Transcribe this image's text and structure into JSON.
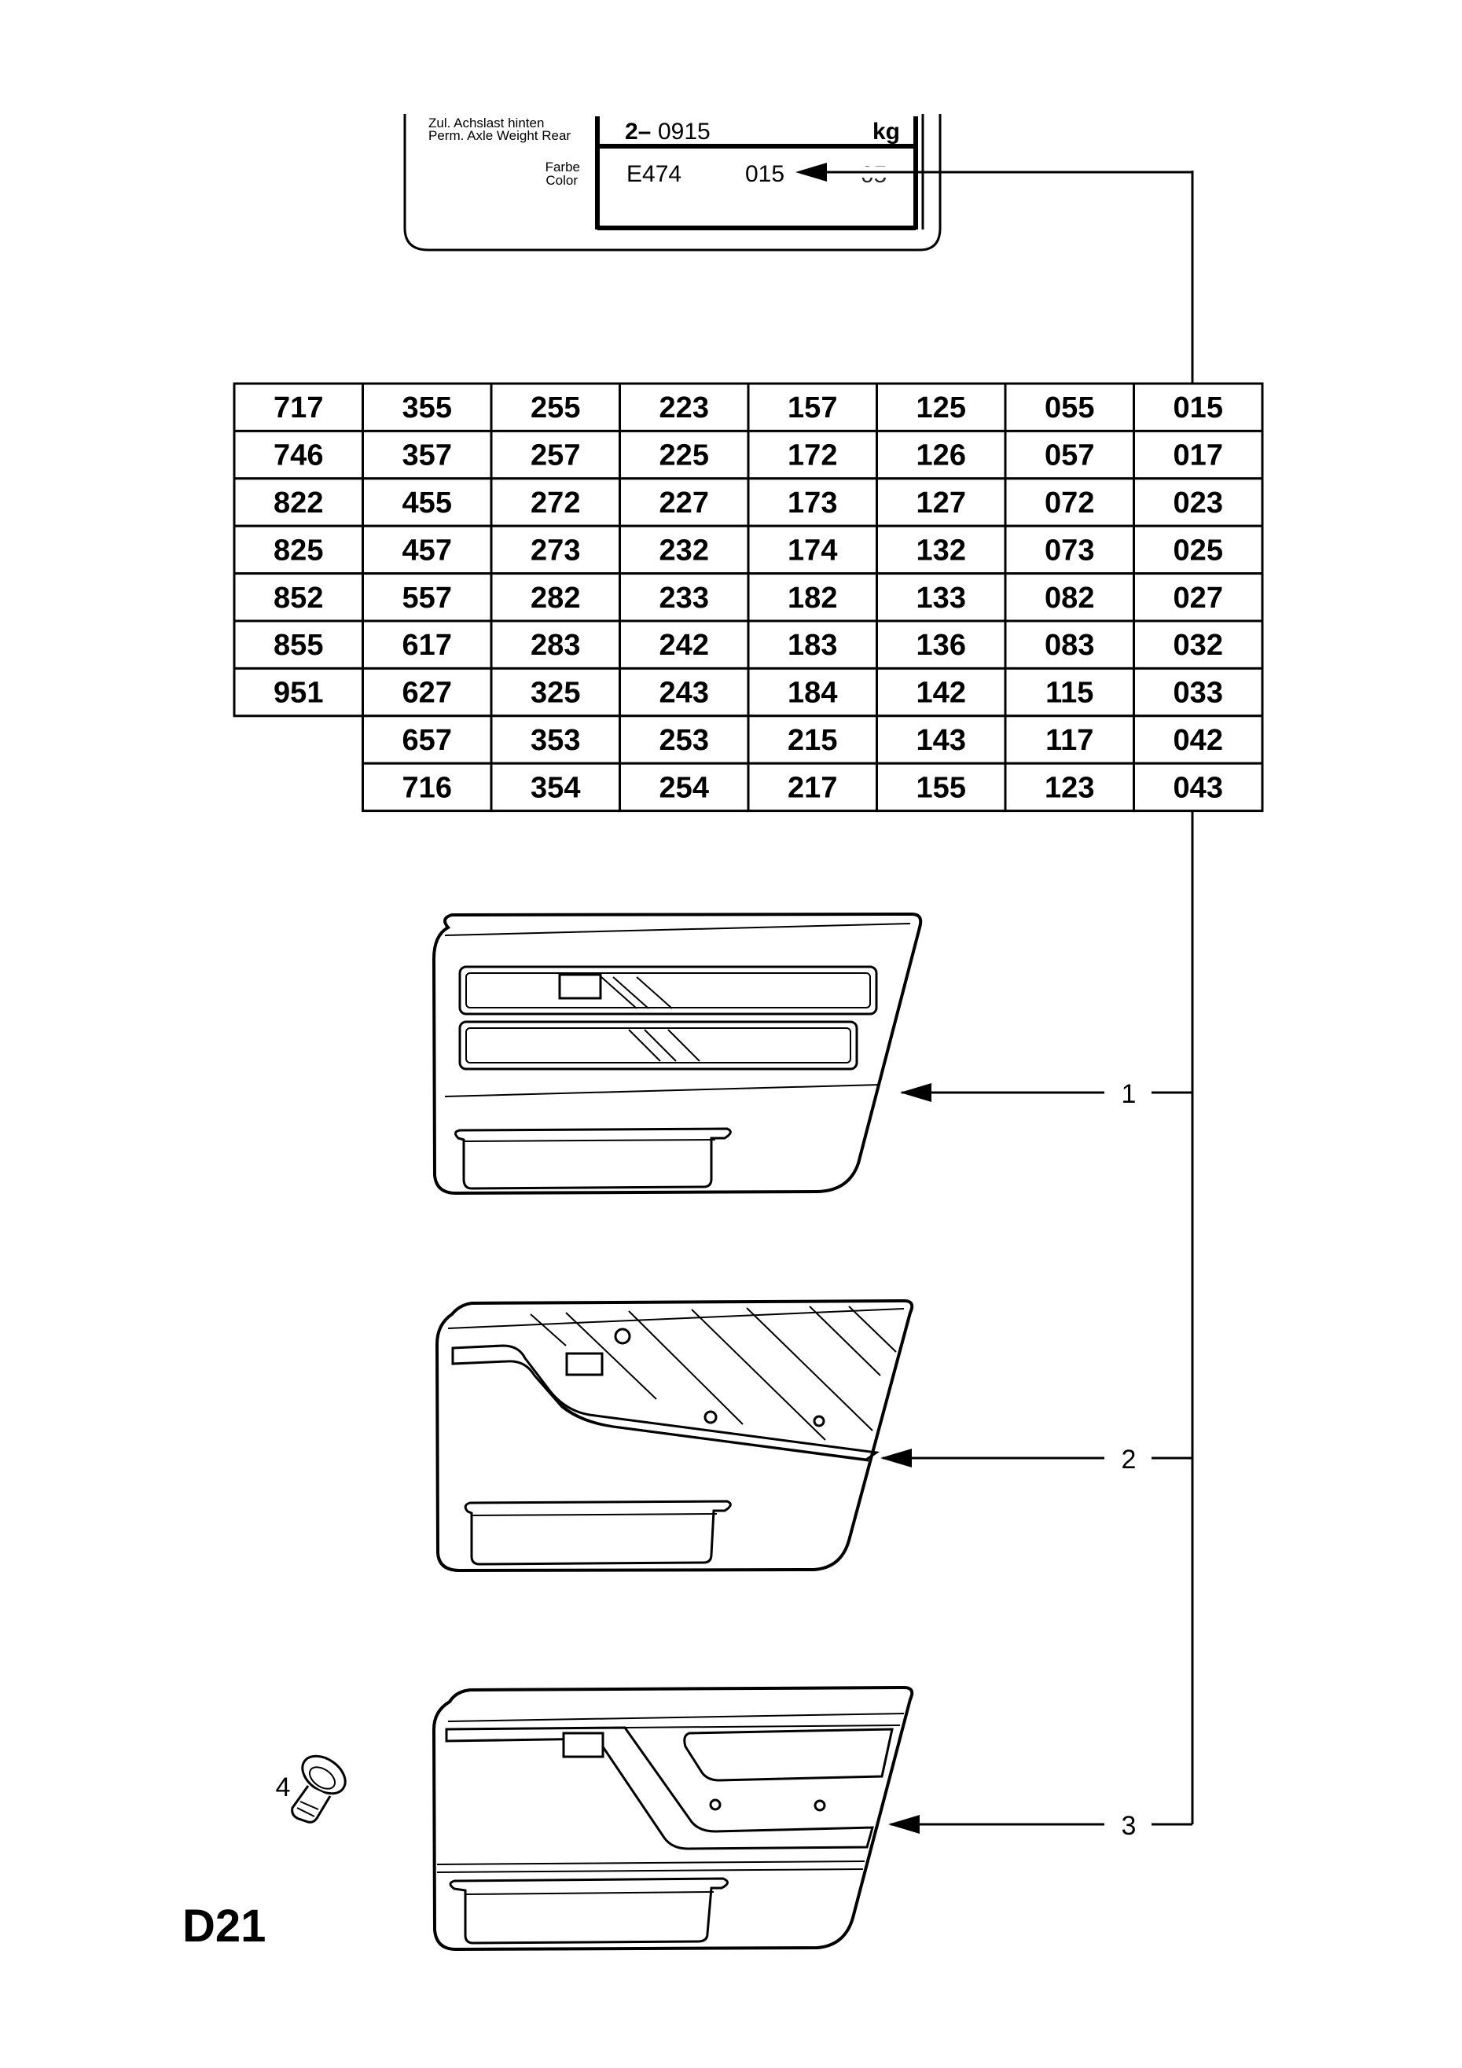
{
  "plate": {
    "axle_label_de": "Zul. Achslast hinten",
    "axle_label_en": "Perm. Axle Weight Rear",
    "axle_value_prefix": "2–",
    "axle_value": "0915",
    "axle_unit": "kg",
    "color_label_de": "Farbe",
    "color_label_en": "Color",
    "color_code": "E474",
    "color_number": "015",
    "color_struck": "05"
  },
  "color_table": {
    "rows": [
      [
        "717",
        "355",
        "255",
        "223",
        "157",
        "125",
        "055",
        "015"
      ],
      [
        "746",
        "357",
        "257",
        "225",
        "172",
        "126",
        "057",
        "017"
      ],
      [
        "822",
        "455",
        "272",
        "227",
        "173",
        "127",
        "072",
        "023"
      ],
      [
        "825",
        "457",
        "273",
        "232",
        "174",
        "132",
        "073",
        "025"
      ],
      [
        "852",
        "557",
        "282",
        "233",
        "182",
        "133",
        "082",
        "027"
      ],
      [
        "855",
        "617",
        "283",
        "242",
        "183",
        "136",
        "083",
        "032"
      ],
      [
        "951",
        "627",
        "325",
        "243",
        "184",
        "142",
        "115",
        "033"
      ],
      [
        "",
        "657",
        "353",
        "253",
        "215",
        "143",
        "117",
        "042"
      ],
      [
        "",
        "716",
        "354",
        "254",
        "217",
        "155",
        "123",
        "043"
      ]
    ]
  },
  "parts": [
    {
      "number": "1",
      "icon": "door-panel-icon"
    },
    {
      "number": "2",
      "icon": "door-panel-icon"
    },
    {
      "number": "3",
      "icon": "door-panel-icon"
    },
    {
      "number": "4",
      "icon": "clip-icon"
    }
  ],
  "page_code": "D21"
}
